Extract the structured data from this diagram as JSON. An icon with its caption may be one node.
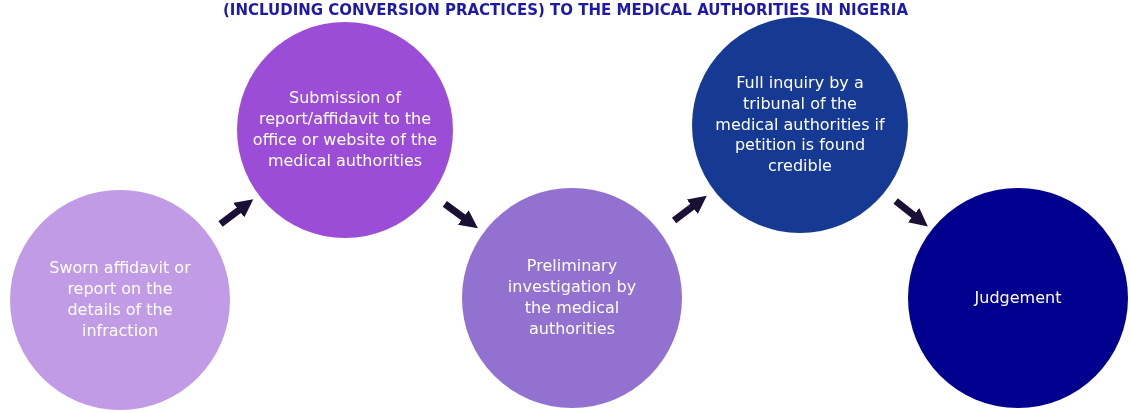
{
  "diagram": {
    "title": "(INCLUDING CONVERSION PRACTICES) TO THE MEDICAL AUTHORITIES IN NIGERIA",
    "nodes": [
      {
        "text": [
          "Sworn affidavit or report on the details of the infraction"
        ]
      },
      {
        "text": [
          "Submission of report/affidavit to the office or website of the medical authorities"
        ]
      },
      {
        "text": [
          "Preliminary investigation by the medical authorities"
        ]
      },
      {
        "text": [
          "Full inquiry by a tribunal of the medical authorities if petition is found credible"
        ]
      },
      {
        "text": [
          "Judgement"
        ]
      }
    ],
    "edges": [
      {
        "from": 0,
        "to": 1,
        "arrow": "to",
        "color": "#1a0f35"
      },
      {
        "from": 1,
        "to": 2,
        "arrow": "to",
        "color": "#1a0f35"
      },
      {
        "from": 2,
        "to": 3,
        "arrow": "to",
        "color": "#1a0f35"
      },
      {
        "from": 3,
        "to": 4,
        "arrow": "to",
        "color": "#1a0f35"
      }
    ]
  }
}
